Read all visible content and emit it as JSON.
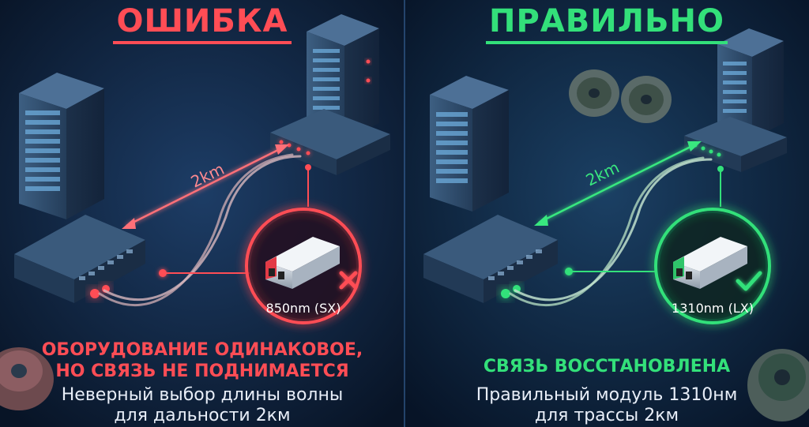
{
  "left": {
    "title": "ОШИБКА",
    "distance_label": "2km",
    "module_label": "850nm (SX)",
    "headline_line1": "ОБОРУДОВАНИЕ ОДИНАКОВОЕ,",
    "headline_line2": "НО СВЯЗЬ НЕ ПОДНИМАЕТСЯ",
    "caption_line1": "Неверный выбор длины волны",
    "caption_line2": "для дальности 2км",
    "status_icon": "cross-icon"
  },
  "right": {
    "title": "ПРАВИЛЬНО",
    "distance_label": "2km",
    "module_label": "1310nm (LX)",
    "headline_line1": "СВЯЗЬ ВОССТАНОВЛЕНА",
    "caption_line1": "Правильный модуль 1310нм",
    "caption_line2": "для трассы 2км",
    "status_icon": "check-icon"
  },
  "colors": {
    "error": "#ff4d55",
    "success": "#33e07a",
    "background": "#0b1a30"
  }
}
